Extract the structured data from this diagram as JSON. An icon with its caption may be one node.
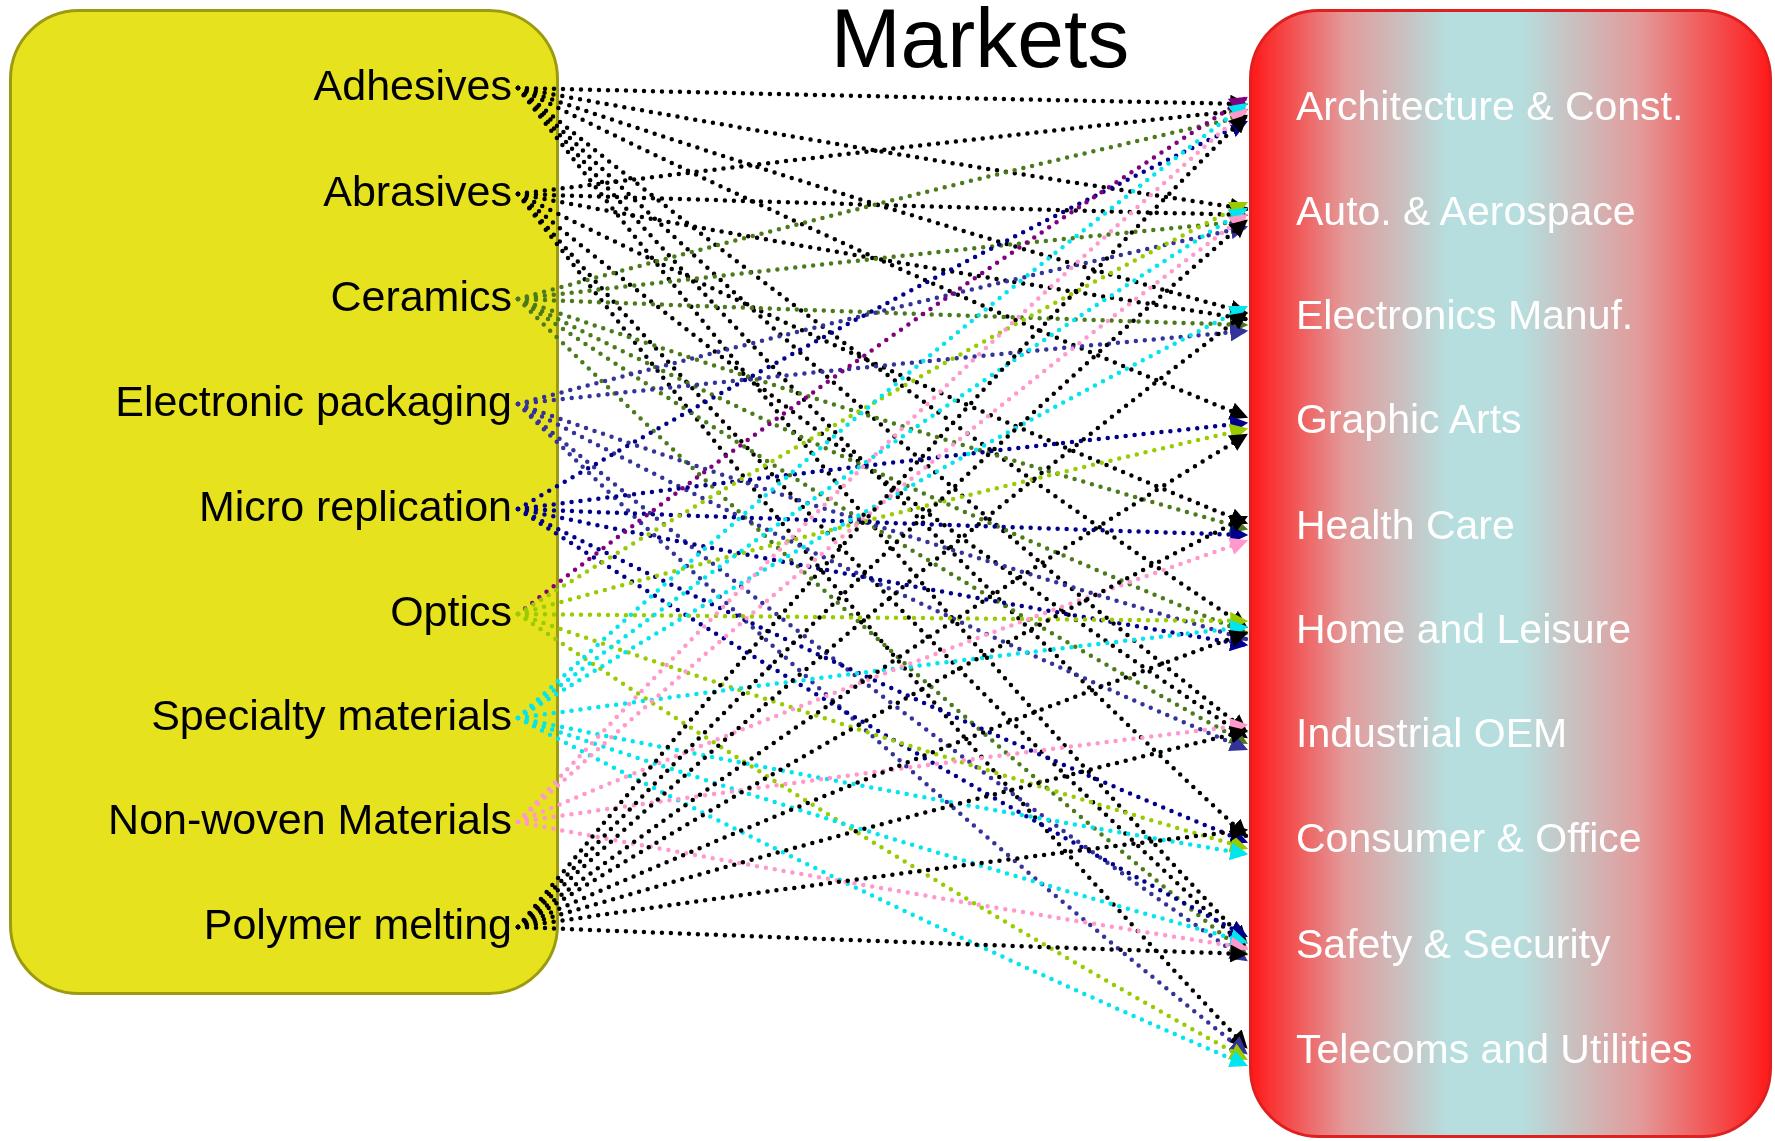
{
  "diagram": {
    "title": "Markets",
    "nodes": [
      {
        "text": [],
        "shape": "box"
      },
      {
        "text": [
          "Adhesives"
        ],
        "in": 0
      },
      {
        "text": [
          "Abrasives"
        ],
        "in": 0
      },
      {
        "text": [
          "Ceramics"
        ],
        "in": 0
      },
      {
        "text": [
          "Electronic packaging"
        ],
        "in": 0
      },
      {
        "text": [
          "Micro replication"
        ],
        "in": 0
      },
      {
        "text": [
          "Optics"
        ],
        "in": 0
      },
      {
        "text": [
          "Specialty materials"
        ],
        "in": 0
      },
      {
        "text": [
          "Non-woven Materials"
        ],
        "in": 0
      },
      {
        "text": [
          "Polymer melting"
        ],
        "in": 0
      },
      {
        "text": [],
        "shape": "box"
      },
      {
        "text": [
          "Architecture & Const."
        ],
        "in": 10
      },
      {
        "text": [
          "Auto. & Aerospace"
        ],
        "in": 10
      },
      {
        "text": [
          "Electronics Manuf."
        ],
        "in": 10
      },
      {
        "text": [
          "Graphic Arts"
        ],
        "in": 10
      },
      {
        "text": [
          "Health Care"
        ],
        "in": 10
      },
      {
        "text": [
          "Home and Leisure"
        ],
        "in": 10
      },
      {
        "text": [
          "Industrial OEM"
        ],
        "in": 10
      },
      {
        "text": [
          "Consumer & Office"
        ],
        "in": 10
      },
      {
        "text": [
          "Safety & Security"
        ],
        "in": 10
      },
      {
        "text": [
          "Telecoms and Utilities"
        ],
        "in": 10
      }
    ],
    "edges": [
      {
        "from": 1,
        "to": 11,
        "arrow": "to"
      },
      {
        "from": 1,
        "to": 12,
        "arrow": "to"
      },
      {
        "from": 1,
        "to": 13,
        "arrow": "to"
      },
      {
        "from": 1,
        "to": 14,
        "arrow": "to"
      },
      {
        "from": 1,
        "to": 16,
        "arrow": "to"
      },
      {
        "from": 1,
        "to": 17,
        "arrow": "to"
      },
      {
        "from": 1,
        "to": 18,
        "arrow": "to"
      },
      {
        "from": 1,
        "to": 19,
        "arrow": "to"
      },
      {
        "from": 2,
        "to": 11,
        "arrow": "to"
      },
      {
        "from": 2,
        "to": 12,
        "arrow": "to"
      },
      {
        "from": 2,
        "to": 13,
        "arrow": "to"
      },
      {
        "from": 2,
        "to": 15,
        "arrow": "to"
      },
      {
        "from": 2,
        "to": 17,
        "arrow": "to"
      },
      {
        "from": 2,
        "to": 19,
        "arrow": "to"
      },
      {
        "from": 2,
        "to": 20,
        "arrow": "to"
      },
      {
        "from": 3,
        "to": 11,
        "arrow": "to",
        "color": "#4a7a1a"
      },
      {
        "from": 3,
        "to": 12,
        "arrow": "to",
        "color": "#4a7a1a"
      },
      {
        "from": 3,
        "to": 13,
        "arrow": "to",
        "color": "#4a7a1a"
      },
      {
        "from": 3,
        "to": 15,
        "arrow": "to",
        "color": "#4a7a1a"
      },
      {
        "from": 3,
        "to": 16,
        "arrow": "to",
        "color": "#4a7a1a"
      },
      {
        "from": 3,
        "to": 17,
        "arrow": "to",
        "color": "#4a7a1a"
      },
      {
        "from": 3,
        "to": 19,
        "arrow": "to",
        "color": "#4a7a1a"
      },
      {
        "from": 4,
        "to": 12,
        "arrow": "to",
        "color": "#333399"
      },
      {
        "from": 4,
        "to": 13,
        "arrow": "to",
        "color": "#333399"
      },
      {
        "from": 4,
        "to": 16,
        "arrow": "to",
        "color": "#333399"
      },
      {
        "from": 4,
        "to": 17,
        "arrow": "to",
        "color": "#333399"
      },
      {
        "from": 4,
        "to": 19,
        "arrow": "to",
        "color": "#333399"
      },
      {
        "from": 4,
        "to": 20,
        "arrow": "to",
        "color": "#333399"
      },
      {
        "from": 5,
        "to": 11,
        "arrow": "to",
        "color": "#00008b"
      },
      {
        "from": 5,
        "to": 14,
        "arrow": "to",
        "color": "#00008b"
      },
      {
        "from": 5,
        "to": 15,
        "arrow": "to",
        "color": "#00008b"
      },
      {
        "from": 5,
        "to": 16,
        "arrow": "to",
        "color": "#00008b"
      },
      {
        "from": 5,
        "to": 18,
        "arrow": "to",
        "color": "#00008b"
      },
      {
        "from": 5,
        "to": 19,
        "arrow": "to",
        "color": "#00008b"
      },
      {
        "from": 6,
        "to": 11,
        "arrow": "to",
        "color": "#800080"
      },
      {
        "from": 6,
        "to": 12,
        "arrow": "to",
        "color": "#99cc00"
      },
      {
        "from": 6,
        "to": 14,
        "arrow": "to",
        "color": "#99cc00"
      },
      {
        "from": 6,
        "to": 16,
        "arrow": "to",
        "color": "#99cc00"
      },
      {
        "from": 6,
        "to": 18,
        "arrow": "to",
        "color": "#99cc00"
      },
      {
        "from": 6,
        "to": 20,
        "arrow": "to",
        "color": "#99cc00"
      },
      {
        "from": 7,
        "to": 11,
        "arrow": "to",
        "color": "#00e5ee"
      },
      {
        "from": 7,
        "to": 12,
        "arrow": "to",
        "color": "#00e5ee"
      },
      {
        "from": 7,
        "to": 13,
        "arrow": "to",
        "color": "#00e5ee"
      },
      {
        "from": 7,
        "to": 16,
        "arrow": "to",
        "color": "#00e5ee"
      },
      {
        "from": 7,
        "to": 18,
        "arrow": "to",
        "color": "#00e5ee"
      },
      {
        "from": 7,
        "to": 19,
        "arrow": "to",
        "color": "#00e5ee"
      },
      {
        "from": 7,
        "to": 20,
        "arrow": "to",
        "color": "#00e5ee"
      },
      {
        "from": 8,
        "to": 11,
        "arrow": "to",
        "color": "#ff99cc"
      },
      {
        "from": 8,
        "to": 12,
        "arrow": "to",
        "color": "#ff99cc"
      },
      {
        "from": 8,
        "to": 15,
        "arrow": "to",
        "color": "#ff99cc"
      },
      {
        "from": 8,
        "to": 17,
        "arrow": "to",
        "color": "#ff99cc"
      },
      {
        "from": 8,
        "to": 19,
        "arrow": "to",
        "color": "#ff99cc"
      },
      {
        "from": 9,
        "to": 11,
        "arrow": "to"
      },
      {
        "from": 9,
        "to": 12,
        "arrow": "to"
      },
      {
        "from": 9,
        "to": 13,
        "arrow": "to"
      },
      {
        "from": 9,
        "to": 14,
        "arrow": "to"
      },
      {
        "from": 9,
        "to": 15,
        "arrow": "to"
      },
      {
        "from": 9,
        "to": 16,
        "arrow": "to"
      },
      {
        "from": 9,
        "to": 17,
        "arrow": "to"
      },
      {
        "from": 9,
        "to": 18,
        "arrow": "to"
      },
      {
        "from": 9,
        "to": 19,
        "arrow": "to"
      }
    ]
  }
}
